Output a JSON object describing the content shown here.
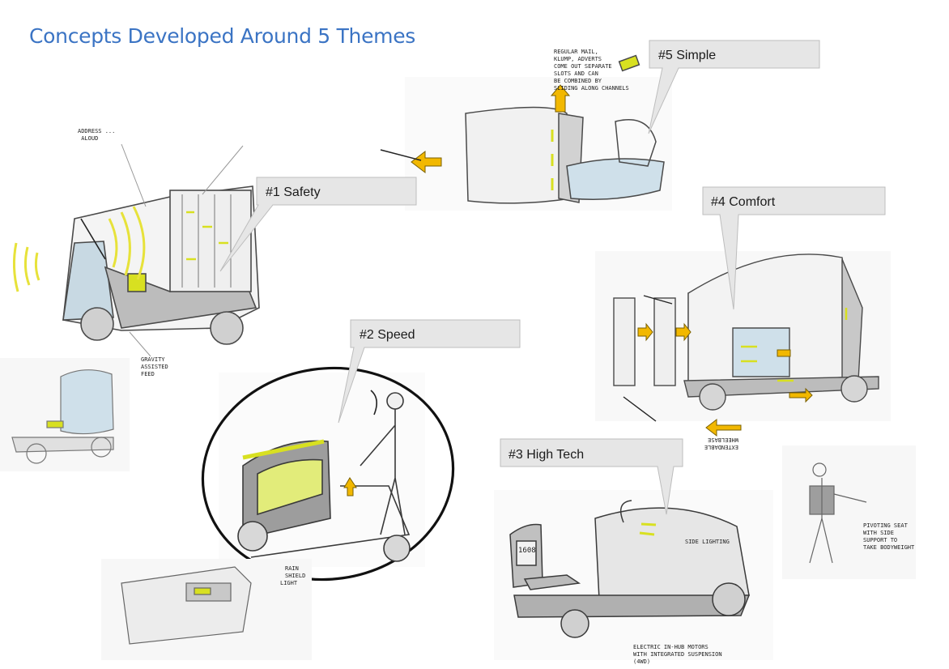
{
  "title": "Concepts Developed Around 5 Themes",
  "callouts": [
    {
      "id": "safety",
      "label": "#1 Safety"
    },
    {
      "id": "speed",
      "label": "#2 Speed"
    },
    {
      "id": "high-tech",
      "label": "#3 High Tech"
    },
    {
      "id": "comfort",
      "label": "#4 Comfort"
    },
    {
      "id": "simple",
      "label": "#5 Simple"
    }
  ],
  "annotations": {
    "address_aloud": "ADDRESS ...\n ALOUD",
    "gravity_feed": "GRAVITY\nASSISTED\nFEED",
    "regular_mail": "REGULAR MAIL,\nKLUMP, ADVERTS\nCOME OUT SEPARATE\nSLOTS AND CAN\nBE COMBINED BY\nSLIDING ALONG CHANNELS",
    "rain_shield": "RAIN\nSHIELD",
    "light": "LIGHT",
    "side_lighting": "SIDE LIGHTING",
    "electric_motors": "ELECTRIC IN-HUB MOTORS\nWITH INTEGRATED SUSPENSION\n(4WD)",
    "pivoting_seat": "PIVOTING SEAT\nWITH SIDE\nSUPPORT TO\nTAKE BODYWEIGHT",
    "extendable_wheelbase": "EXTENDABLE\nWHEELBASE",
    "screen_number": "1608"
  },
  "colors": {
    "title": "#3b74c4",
    "callout_fill": "#e6e6e6",
    "callout_stroke": "#bdbdbd",
    "highlight_yellow": "#d8e021",
    "arrow_orange": "#f2b800",
    "sketch_line": "#555555",
    "light_blue": "#cfe0ea"
  }
}
